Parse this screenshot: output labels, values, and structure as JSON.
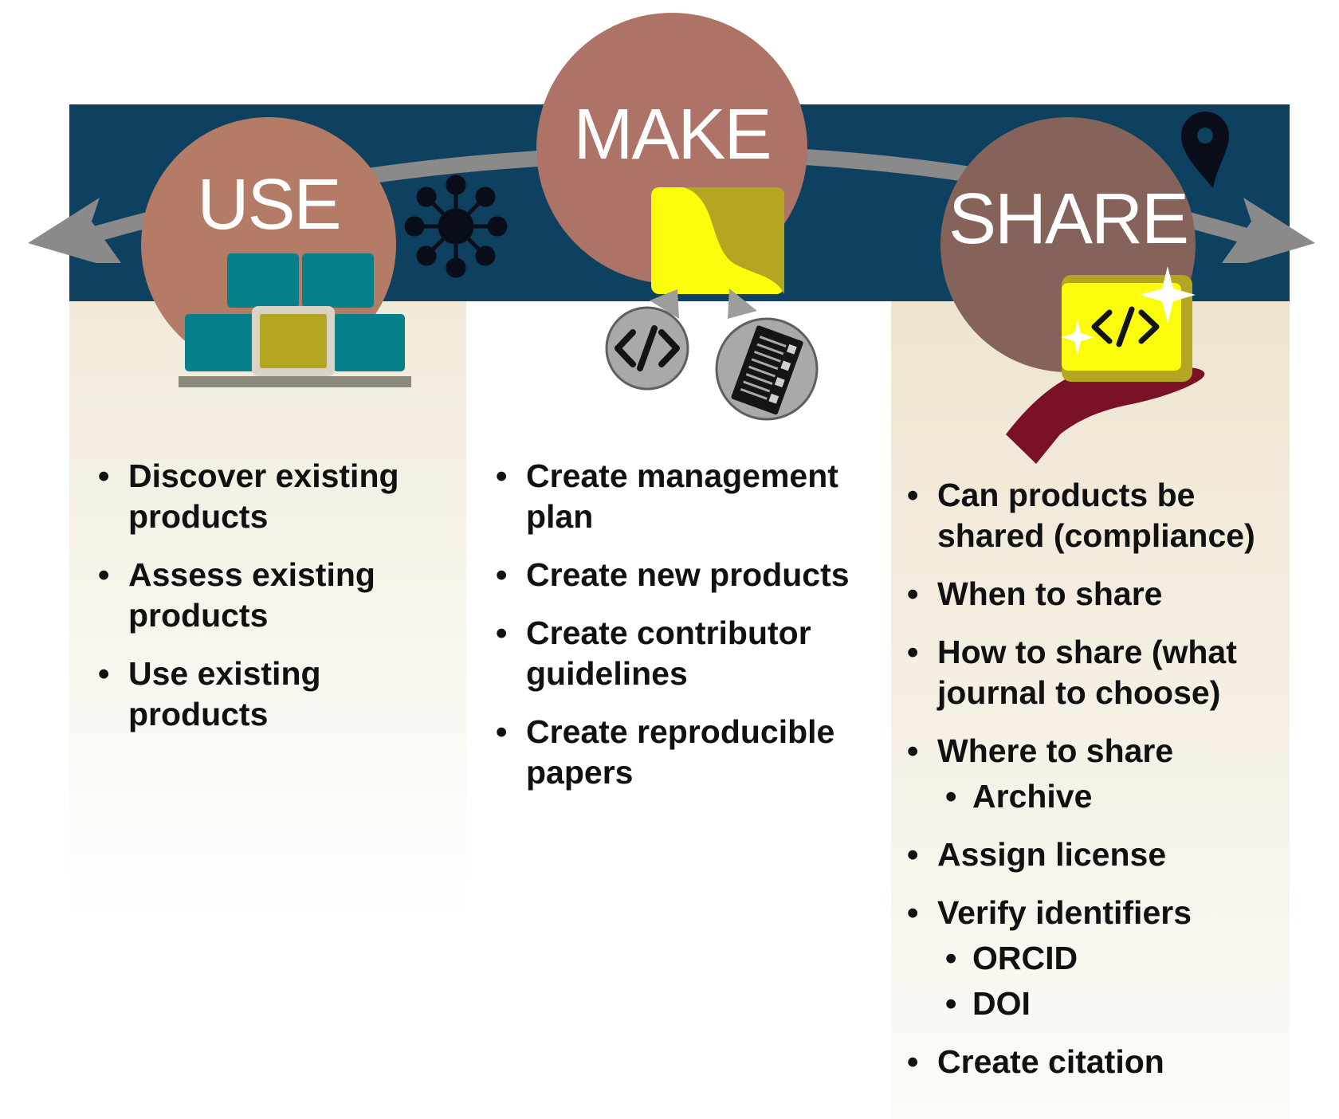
{
  "colors": {
    "band": "#0e4060",
    "arrow": "#8a8a8a",
    "use_circle": "#b47c66",
    "make_circle": "#ad7366",
    "share_circle": "#86635a",
    "panel_fill": "#f1ebdd",
    "teal_block": "#07808a",
    "olive_block": "#b5a622",
    "yellow": "#fbfb0c",
    "hand": "#7b1127",
    "gray_badge": "#a9a9a9"
  },
  "stages": {
    "use": {
      "title": "USE",
      "items": [
        {
          "text": "Discover existing products"
        },
        {
          "text": "Assess existing products"
        },
        {
          "text": "Use existing products"
        }
      ]
    },
    "make": {
      "title": "MAKE",
      "items": [
        {
          "text": "Create management plan"
        },
        {
          "text": "Create new products"
        },
        {
          "text": "Create contributor guidelines"
        },
        {
          "text": "Create reproducible papers"
        }
      ]
    },
    "share": {
      "title": "SHARE",
      "items": [
        {
          "text": "Can products be shared (compliance)"
        },
        {
          "text": "When to share"
        },
        {
          "text": "How to share (what journal to choose)"
        },
        {
          "text": "Where to share",
          "sub": [
            "Archive"
          ]
        },
        {
          "text": "Assign license"
        },
        {
          "text": "Verify identifiers",
          "sub": [
            "ORCID",
            "DOI"
          ]
        },
        {
          "text": "Create citation"
        }
      ]
    }
  },
  "icons": {
    "network": "network-hub-icon",
    "location": "location-pin-icon",
    "code": "code-brackets-icon",
    "checklist": "checklist-document-icon",
    "blocks": "stacked-blocks-icon",
    "document": "folded-document-icon",
    "sparkle": "sparkle-icon",
    "hand": "open-hand-icon"
  }
}
